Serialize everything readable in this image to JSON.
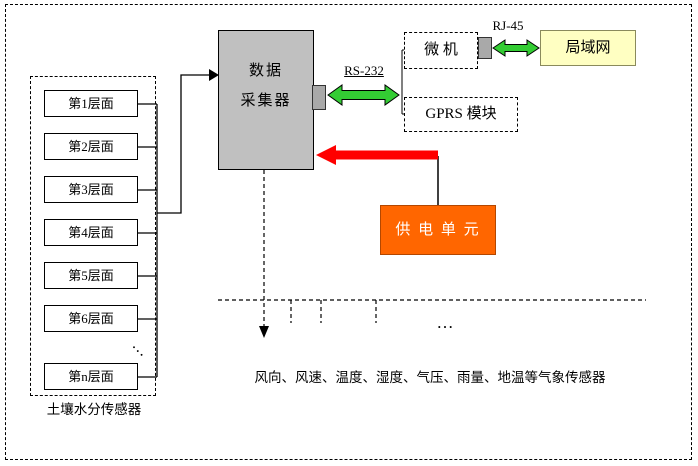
{
  "soil": {
    "layers": [
      "第1层面",
      "第2层面",
      "第3层面",
      "第4层面",
      "第5层面",
      "第6层面",
      "第n层面"
    ],
    "ellipsis": "…",
    "caption": "土壤水分传感器"
  },
  "collector": {
    "line1": "数据",
    "line2": "采集器"
  },
  "links": {
    "rs232": "RS-232",
    "rj45": "RJ-45"
  },
  "pc": {
    "label": "微 机"
  },
  "gprs": {
    "label": "GPRS 模块"
  },
  "lan": {
    "label": "局域网"
  },
  "power": {
    "label": "供 电 单 元"
  },
  "weather": {
    "ellipsis": "…",
    "caption": "风向、风速、温度、湿度、气压、雨量、地温等气象传感器"
  },
  "colors": {
    "collector_fill": "#c0c0c0",
    "port_fill": "#a9a9a9",
    "lan_fill": "#ffffc2",
    "power_fill": "#ff6600",
    "arrow_green": "#33cc33",
    "arrow_red": "#ff0000",
    "line": "#000000"
  }
}
